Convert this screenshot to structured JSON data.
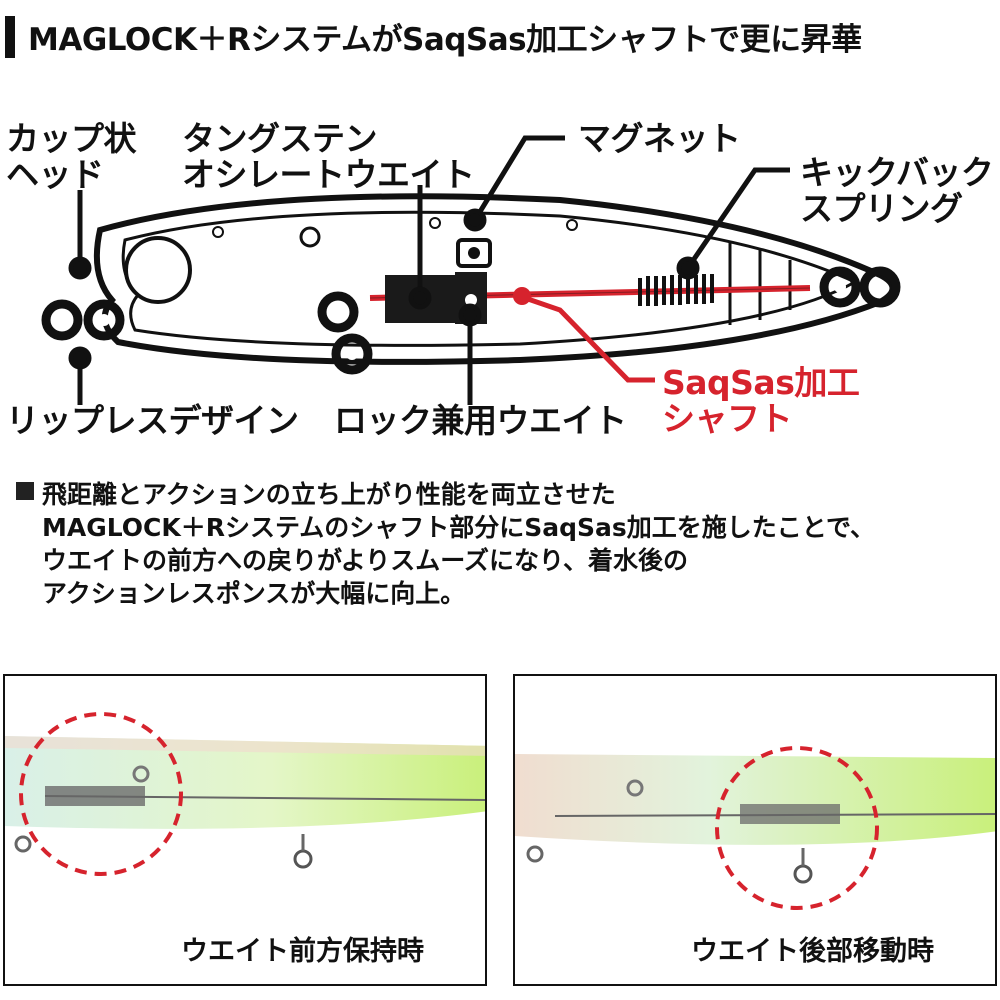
{
  "header": {
    "title": "MAGLOCK＋RシステムがSaqSas加工シャフトで更に昇華"
  },
  "diagram": {
    "labels": {
      "cup_head_1": "カップ状",
      "cup_head_2": "ヘッド",
      "tungsten_1": "タングステン",
      "tungsten_2": "オシレートウエイト",
      "magnet": "マグネット",
      "kickback_1": "キックバック",
      "kickback_2": "スプリング",
      "lipless": "リップレスデザイン",
      "lock_weight": "ロック兼用ウエイト",
      "saqsas_1": "SaqSas加工",
      "saqsas_2": "シャフト"
    },
    "colors": {
      "accent_red": "#d6232d",
      "ink": "#111111"
    }
  },
  "description": {
    "lines": [
      "飛距離とアクションの立ち上がり性能を両立させた",
      "MAGLOCK＋Rシステムのシャフト部分にSaqSas加工を施したことで、",
      "ウエイトの前方への戻りがよりスムーズになり、着水後の",
      "アクションレスポンスが大幅に向上。"
    ]
  },
  "photos": [
    {
      "caption": "ウエイト前方保持時"
    },
    {
      "caption": "ウエイト後部移動時"
    }
  ]
}
